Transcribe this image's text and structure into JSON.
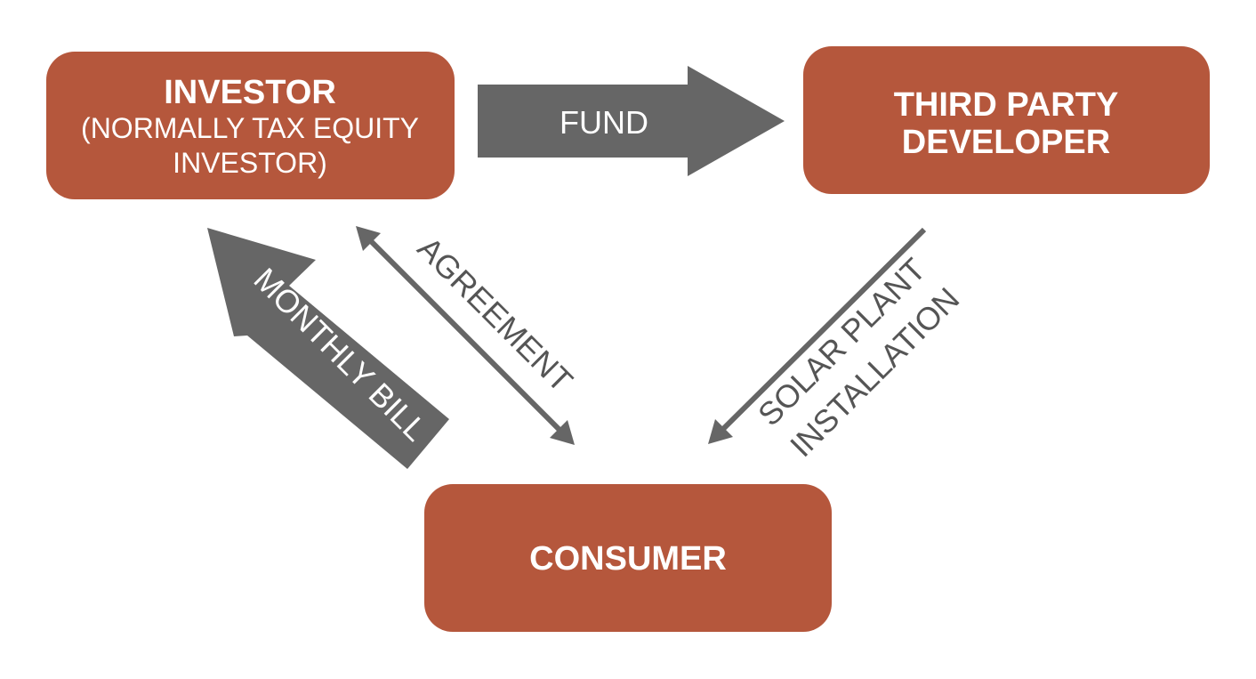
{
  "nodes": {
    "investor": {
      "title": "INVESTOR",
      "subtitle_line1": "(NORMALLY TAX EQUITY",
      "subtitle_line2": "INVESTOR)"
    },
    "developer": {
      "line1": "THIRD PARTY",
      "line2": "DEVELOPER"
    },
    "consumer": {
      "title": "CONSUMER"
    }
  },
  "flows": {
    "fund": "FUND",
    "monthly_bill": "MONTHLY BILL",
    "agreement": "AGREEMENT",
    "solar_line1": "SOLAR PLANT",
    "solar_line2": "INSTALLATION"
  },
  "colors": {
    "node_fill": "#b5573c",
    "arrow_fill": "#666666",
    "node_text": "#ffffff",
    "label_text": "#555555"
  }
}
